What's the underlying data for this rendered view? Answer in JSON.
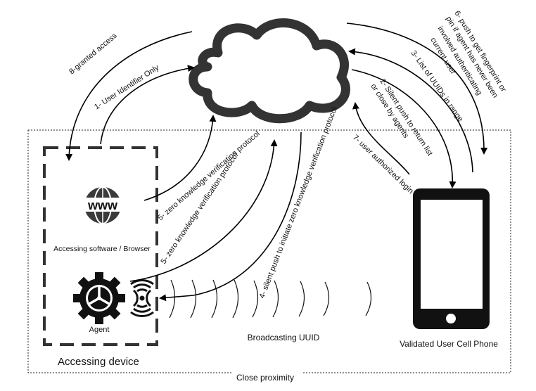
{
  "labels": {
    "step1": "1- User Identifier Only",
    "step2_line1": "2- Silent push to return list",
    "step2_line2": "or close by agents",
    "step3_line1": "3- List of UUIDs in range",
    "step4": "4- silent push to initiate zero knowledge verification protocol",
    "step5a": "5- zero knowledge verification protocol",
    "step5b": "5- zero knowledge verification protocol",
    "step6_line1": "6- push to get fingerprint or",
    "step6_line2": "pin if agent has never been",
    "step6_line3": "involved authenticating",
    "step6_line4": "current user",
    "step7": "7- user authorized login",
    "step8": "8-granted access"
  },
  "nodes": {
    "www_text": "www",
    "browser_label": "Accessing software / Browser",
    "agent_label": "Agent",
    "phone_label": "Validated User Cell Phone",
    "broadcast_label": "Broadcasting UUID",
    "device_label": "Accessing device",
    "proximity_label": "Close proximity"
  },
  "icons": {
    "cloud": "cloud-icon",
    "globe": "globe-www-icon",
    "gear": "gear-icon",
    "antenna": "signal-antenna-icon",
    "phone": "smartphone-icon"
  }
}
